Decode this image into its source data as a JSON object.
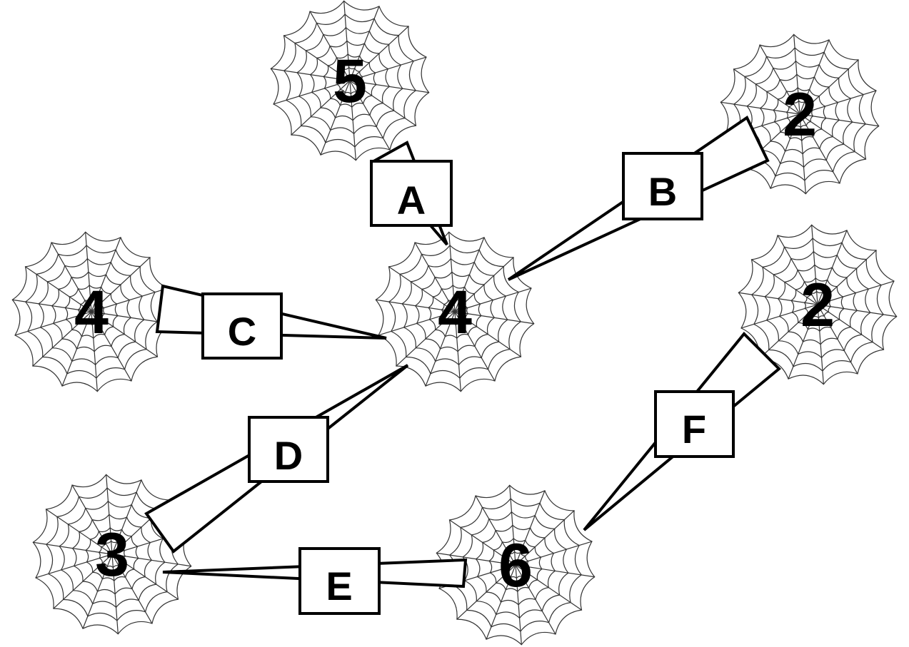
{
  "nodes": [
    {
      "id": "n5",
      "label": "5"
    },
    {
      "id": "n2a",
      "label": "2"
    },
    {
      "id": "n4l",
      "label": "4"
    },
    {
      "id": "n4c",
      "label": "4"
    },
    {
      "id": "n2b",
      "label": "2"
    },
    {
      "id": "n3",
      "label": "3"
    },
    {
      "id": "n6",
      "label": "6"
    }
  ],
  "edges": [
    {
      "id": "A",
      "label": "A",
      "from": "n5",
      "to": "n4c"
    },
    {
      "id": "B",
      "label": "B",
      "from": "n2a",
      "to": "n4c"
    },
    {
      "id": "C",
      "label": "C",
      "from": "n4l",
      "to": "n4c"
    },
    {
      "id": "D",
      "label": "D",
      "from": "n3",
      "to": "n4c"
    },
    {
      "id": "E",
      "label": "E",
      "from": "n6",
      "to": "n3"
    },
    {
      "id": "F",
      "label": "F",
      "from": "n2b",
      "to": "n6"
    }
  ]
}
